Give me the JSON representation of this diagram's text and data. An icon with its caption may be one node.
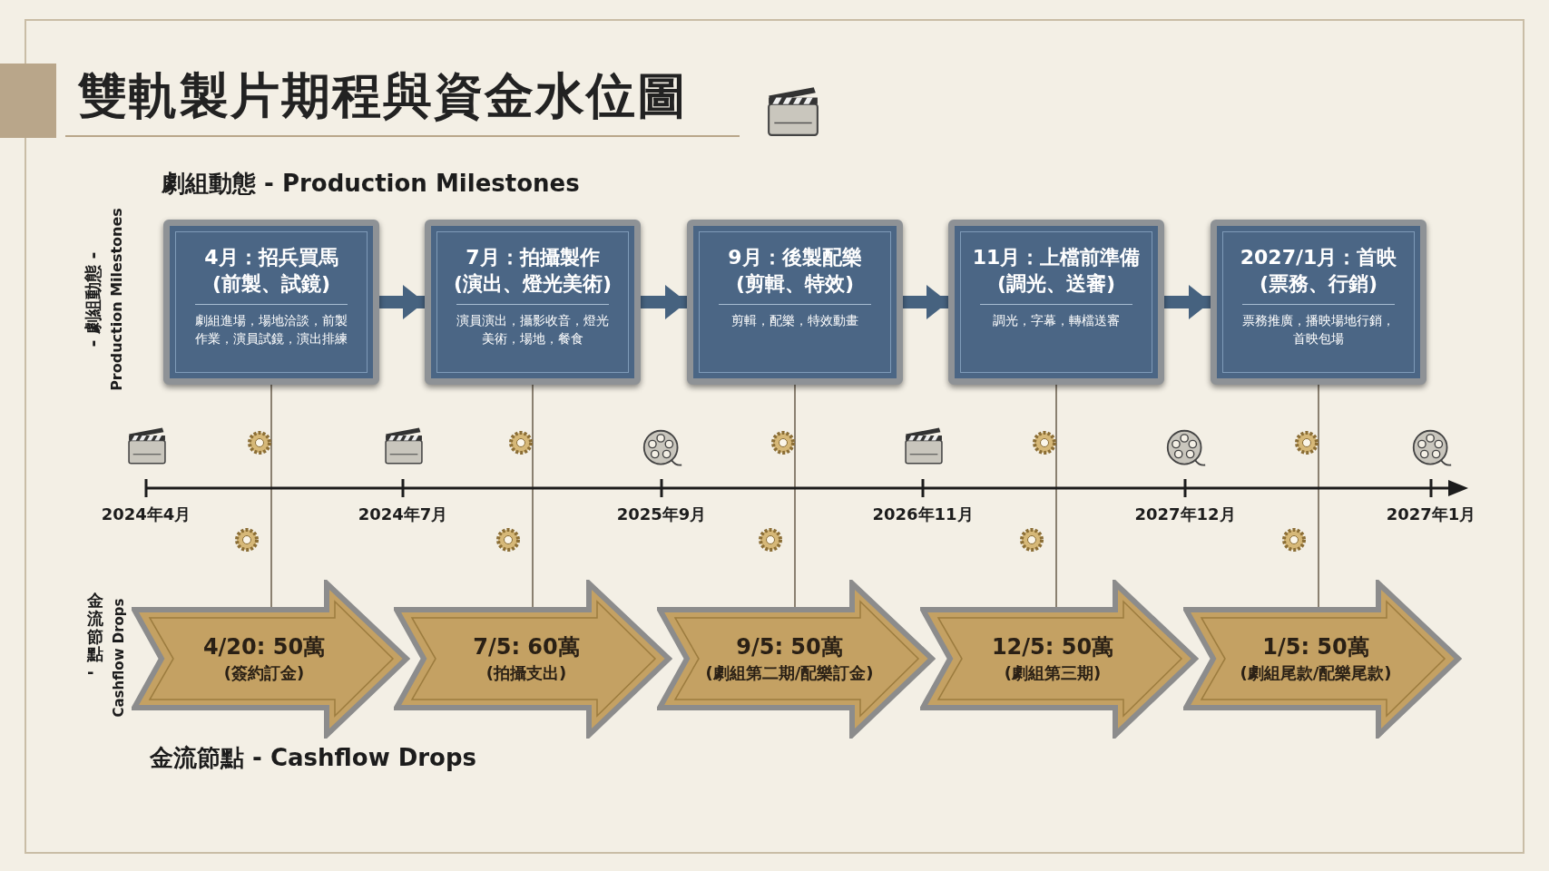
{
  "diagram": {
    "title": "雙軌製片期程與資金水位圖",
    "nodes": [
      {
        "text": [
          "4月：招兵買馬",
          "(前製、試鏡)",
          "劇組進場，場地洽談，前製作業，演員試鏡，演出排練"
        ]
      },
      {
        "text": [
          "7月：拍攝製作",
          "(演出、燈光美術)",
          "演員演出，攝影收音，燈光美術，場地，餐食"
        ]
      },
      {
        "text": [
          "9月：後製配樂",
          "(剪輯、特效)",
          "剪輯，配樂，特效動畫"
        ]
      },
      {
        "text": [
          "11月：上檔前準備",
          "(調光、送審)",
          "調光，字幕，轉檔送審"
        ]
      },
      {
        "text": [
          "2027/1月：首映",
          "(票務、行銷)",
          "票務推廣，播映場地行銷，首映包場"
        ]
      },
      {
        "text": [
          "4/20: 50萬",
          "(簽約訂金)"
        ]
      },
      {
        "text": [
          "7/5: 60萬",
          "(拍攝支出)"
        ]
      },
      {
        "text": [
          "9/5: 50萬",
          "(劇組第二期/配樂訂金)"
        ]
      },
      {
        "text": [
          "12/5: 50萬",
          "(劇組第三期)"
        ]
      },
      {
        "text": [
          "1/5: 50萬",
          "(劇組尾款/配樂尾款)"
        ]
      }
    ],
    "edges": [
      {
        "from": 0,
        "to": 1,
        "arrow": "to",
        "style": "thick",
        "color": "#46627f"
      },
      {
        "from": 1,
        "to": 2,
        "arrow": "to",
        "style": "thick",
        "color": "#46627f"
      },
      {
        "from": 2,
        "to": 3,
        "arrow": "to",
        "style": "thick",
        "color": "#46627f"
      },
      {
        "from": 3,
        "to": 4,
        "arrow": "to",
        "style": "thick",
        "color": "#46627f"
      },
      {
        "from": 0,
        "to": 5,
        "arrow": "none"
      },
      {
        "from": 1,
        "to": 6,
        "arrow": "none"
      },
      {
        "from": 2,
        "to": 7,
        "arrow": "none"
      },
      {
        "from": 3,
        "to": 8,
        "arrow": "none"
      },
      {
        "from": 4,
        "to": 9,
        "arrow": "none"
      }
    ],
    "labels": [
      "劇組動態 - Production Milestones",
      "- 劇組動態 -",
      "Production Milestones",
      "2024年4月",
      "2024年7月",
      "2025年9月",
      "2026年11月",
      "2027年12月",
      "2027年1月",
      "金流節點 -",
      "Cashflow Drops",
      "金流節點 - Cashflow Drops"
    ]
  }
}
